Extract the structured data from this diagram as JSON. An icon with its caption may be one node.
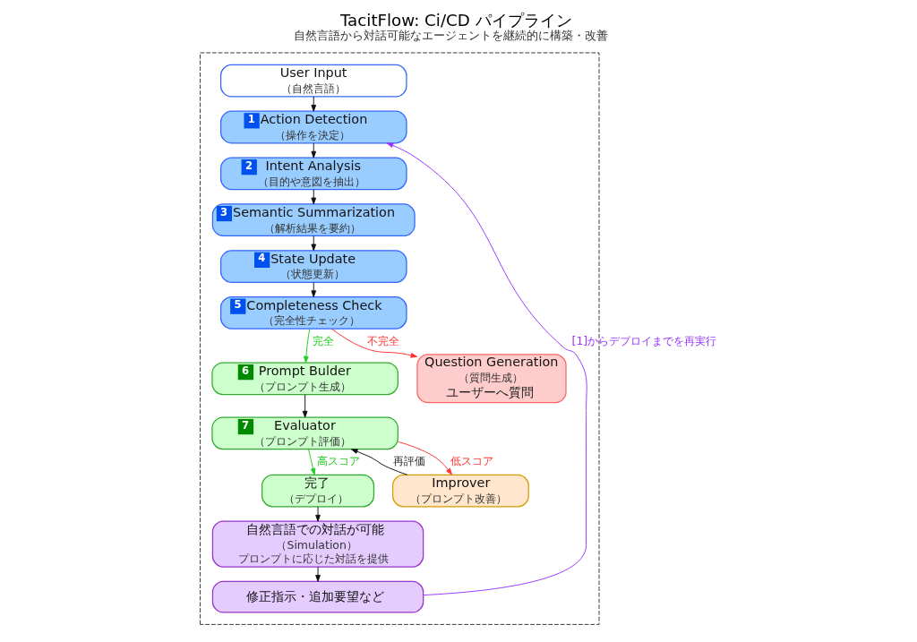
{
  "diagram": {
    "title": "TacitFlow: Ci/CD パイプライン",
    "caption": "自然言語から対話可能なエージェントを継続的に構築・改善",
    "nodes": [
      {
        "text": [],
        "shape": "box"
      },
      {
        "text": [
          "User Input",
          "（自然言語）"
        ],
        "in": 0
      },
      {
        "text": [
          "1",
          "Action Detection",
          "（操作を決定）"
        ],
        "in": 0
      },
      {
        "text": [
          "2",
          "Intent Analysis",
          "（目的や意図を抽出）"
        ],
        "in": 0
      },
      {
        "text": [
          "3",
          "Semantic Summarization",
          "（解析結果を要約）"
        ],
        "in": 0
      },
      {
        "text": [
          "4",
          "State Update",
          "（状態更新）"
        ],
        "in": 0
      },
      {
        "text": [
          "5",
          "Completeness Check",
          "（完全性チェック）"
        ],
        "in": 0
      },
      {
        "text": [
          "Question Generation",
          "（質問生成）",
          "ユーザーへ質問"
        ],
        "in": 0
      },
      {
        "text": [
          "6",
          "Prompt Bulder",
          "（プロンプト生成）"
        ],
        "in": 0
      },
      {
        "text": [
          "7",
          "Evaluator",
          "（プロンプト評価）"
        ],
        "in": 0
      },
      {
        "text": [
          "Improver",
          "（プロンプト改善）"
        ],
        "in": 0
      },
      {
        "text": [
          "完了",
          "（デプロイ）"
        ],
        "in": 0
      },
      {
        "text": [
          "自然言語での対話が可能",
          "（Simulation）",
          "プロンプトに応じた対話を提供"
        ],
        "in": 0
      },
      {
        "text": [
          "修正指示・追加要望など"
        ],
        "in": 0
      }
    ],
    "edges": [
      {
        "from": 1,
        "to": 2,
        "arrow": "to"
      },
      {
        "from": 2,
        "to": 3,
        "arrow": "to"
      },
      {
        "from": 3,
        "to": 4,
        "arrow": "to"
      },
      {
        "from": 4,
        "to": 5,
        "arrow": "to"
      },
      {
        "from": 5,
        "to": 6,
        "arrow": "to"
      },
      {
        "from": 6,
        "to": 7,
        "arrow": "to",
        "label": "不完全",
        "color": "#ff3333"
      },
      {
        "from": 6,
        "to": 8,
        "arrow": "to",
        "label": "完全",
        "color": "#22cc22"
      },
      {
        "from": 8,
        "to": 9,
        "arrow": "to"
      },
      {
        "from": 9,
        "to": 10,
        "arrow": "to",
        "label": "低スコア",
        "color": "#ff3333"
      },
      {
        "from": 9,
        "to": 11,
        "arrow": "to",
        "label": "高スコア",
        "color": "#22cc22"
      },
      {
        "from": 10,
        "to": 9,
        "arrow": "to",
        "label": "再評価"
      },
      {
        "from": 11,
        "to": 12,
        "arrow": "to"
      },
      {
        "from": 12,
        "to": 13,
        "arrow": "to"
      },
      {
        "from": 13,
        "to": 2,
        "arrow": "to",
        "label": "[1]からデプロイまでを再実行",
        "color": "#9933ff"
      }
    ]
  }
}
